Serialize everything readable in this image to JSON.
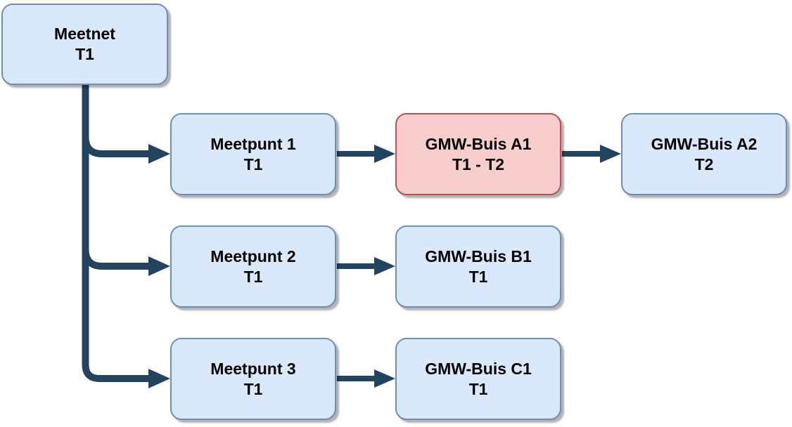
{
  "diagram": {
    "type": "tree-flowchart",
    "highlighted_node": "gmw_a1",
    "nodes": {
      "meetnet": {
        "label": "Meetnet",
        "period": "T1"
      },
      "meetpunt1": {
        "label": "Meetpunt 1",
        "period": "T1"
      },
      "gmw_a1": {
        "label": "GMW-Buis A1",
        "period": "T1 - T2"
      },
      "gmw_a2": {
        "label": "GMW-Buis A2",
        "period": "T2"
      },
      "meetpunt2": {
        "label": "Meetpunt 2",
        "period": "T1"
      },
      "gmw_b1": {
        "label": "GMW-Buis B1",
        "period": "T1"
      },
      "meetpunt3": {
        "label": "Meetpunt 3",
        "period": "T1"
      },
      "gmw_c1": {
        "label": "GMW-Buis C1",
        "period": "T1"
      }
    },
    "edges": [
      {
        "from": "meetnet",
        "to": "meetpunt1"
      },
      {
        "from": "meetnet",
        "to": "meetpunt2"
      },
      {
        "from": "meetnet",
        "to": "meetpunt3"
      },
      {
        "from": "meetpunt1",
        "to": "gmw_a1"
      },
      {
        "from": "gmw_a1",
        "to": "gmw_a2"
      },
      {
        "from": "meetpunt2",
        "to": "gmw_b1"
      },
      {
        "from": "meetpunt3",
        "to": "gmw_c1"
      }
    ]
  },
  "colors": {
    "node_fill": "#dae8fc",
    "node_stroke": "#6c8ebf",
    "highlight_fill": "#f8cecc",
    "highlight_stroke": "#b85450",
    "connector": "#23445e"
  }
}
